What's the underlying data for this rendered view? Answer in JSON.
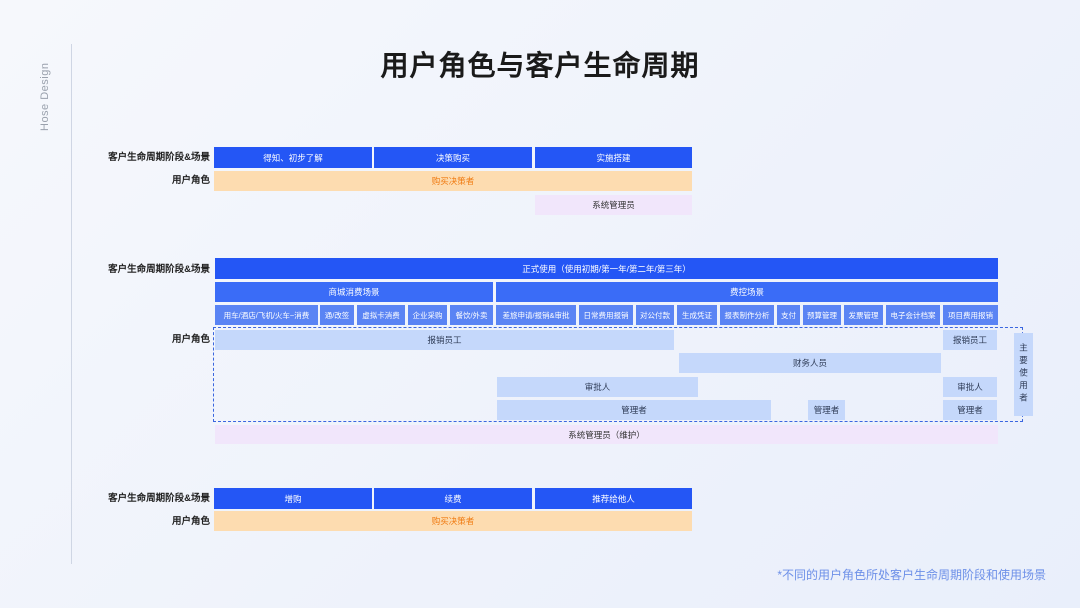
{
  "brand": "Hose Design",
  "title": "用户角色与客户生命周期",
  "labels": {
    "stage": "客户生命周期阶段&场景",
    "role": "用户角色"
  },
  "section1": {
    "stages": [
      "得知、初步了解",
      "决策购买",
      "实施搭建"
    ],
    "buyer": "购买决策者",
    "sysadmin": "系统管理员"
  },
  "section2": {
    "stage": "正式使用（使用初期/第一年/第二年/第三年）",
    "groups": [
      "商城消费场景",
      "费控场景"
    ],
    "scenes": [
      "用车/酒店/飞机/火车~消费",
      "通/改签",
      "虚拟卡消费",
      "企业采购",
      "餐饮/外卖",
      "差旅申请/报销&审批",
      "日常费用报销",
      "对公付款",
      "生成凭证",
      "报表制作分析",
      "支付",
      "预算管理",
      "发票管理",
      "电子会计档案",
      "项目费用报销"
    ],
    "roles": {
      "employee": "报销员工",
      "employee_right": "报销员工",
      "finance": "财务人员",
      "approver": "审批人",
      "approver_right": "审批人",
      "manager": "管理者",
      "manager_mid": "管理者",
      "manager_right": "管理者",
      "main_user": "主要使用者",
      "sysadmin": "系统管理员（维护）"
    }
  },
  "section3": {
    "stages": [
      "增购",
      "续费",
      "推荐给他人"
    ],
    "buyer": "购买决策者"
  },
  "footnote": "*不同的用户角色所处客户生命周期阶段和使用场景",
  "colors": {
    "stage": "#2456f5",
    "scene": "#5a84f4",
    "buyer_bg": "#fddcb0",
    "buyer_text": "#f07a10",
    "role_bg": "#c5d8fb",
    "sysadmin_bg": "#f1e6fb",
    "footnote": "#6d90e8"
  }
}
